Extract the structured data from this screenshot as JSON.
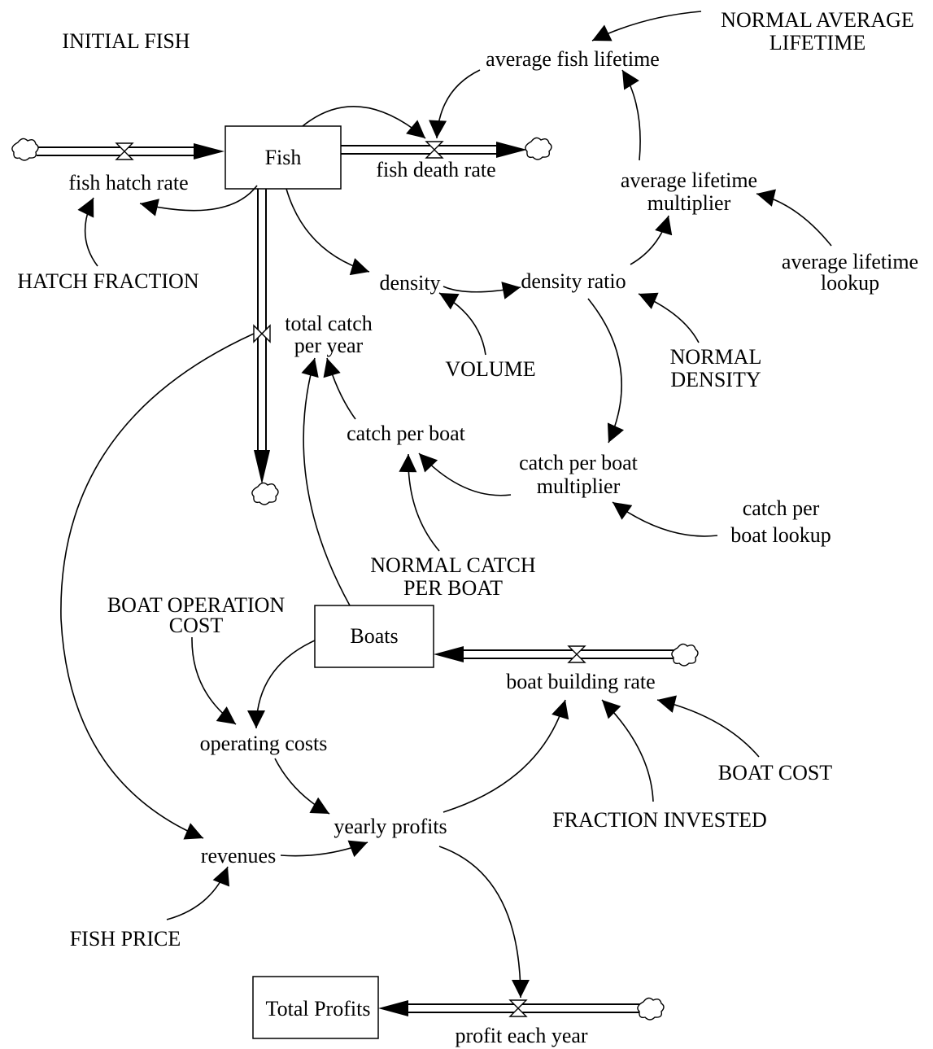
{
  "stocks": {
    "fish": "Fish",
    "boats": "Boats",
    "total_profits": "Total Profits"
  },
  "flows": {
    "fish_hatch_rate": "fish hatch rate",
    "fish_death_rate": "fish death rate",
    "total_catch_per_year": [
      "total catch",
      "per year"
    ],
    "boat_building_rate": "boat building rate",
    "profit_each_year": "profit each year"
  },
  "variables": {
    "initial_fish": "INITIAL FISH",
    "normal_average_lifetime": [
      "NORMAL AVERAGE",
      "LIFETIME"
    ],
    "average_fish_lifetime": "average fish lifetime",
    "average_lifetime_multiplier": [
      "average lifetime",
      "multiplier"
    ],
    "average_lifetime_lookup": [
      "average lifetime",
      "lookup"
    ],
    "hatch_fraction": "HATCH FRACTION",
    "density": "density",
    "density_ratio": "density ratio",
    "volume": "VOLUME",
    "normal_density": [
      "NORMAL",
      "DENSITY"
    ],
    "catch_per_boat": "catch per boat",
    "catch_per_boat_multiplier": [
      "catch per boat",
      "multiplier"
    ],
    "catch_per_boat_lookup": [
      "catch per",
      "boat lookup"
    ],
    "normal_catch_per_boat": [
      "NORMAL CATCH",
      "PER BOAT"
    ],
    "boat_operation_cost": [
      "BOAT OPERATION",
      "COST"
    ],
    "operating_costs": "operating costs",
    "yearly_profits": "yearly profits",
    "revenues": "revenues",
    "fish_price": "FISH PRICE",
    "boat_cost": "BOAT COST",
    "fraction_invested": "FRACTION INVESTED"
  }
}
